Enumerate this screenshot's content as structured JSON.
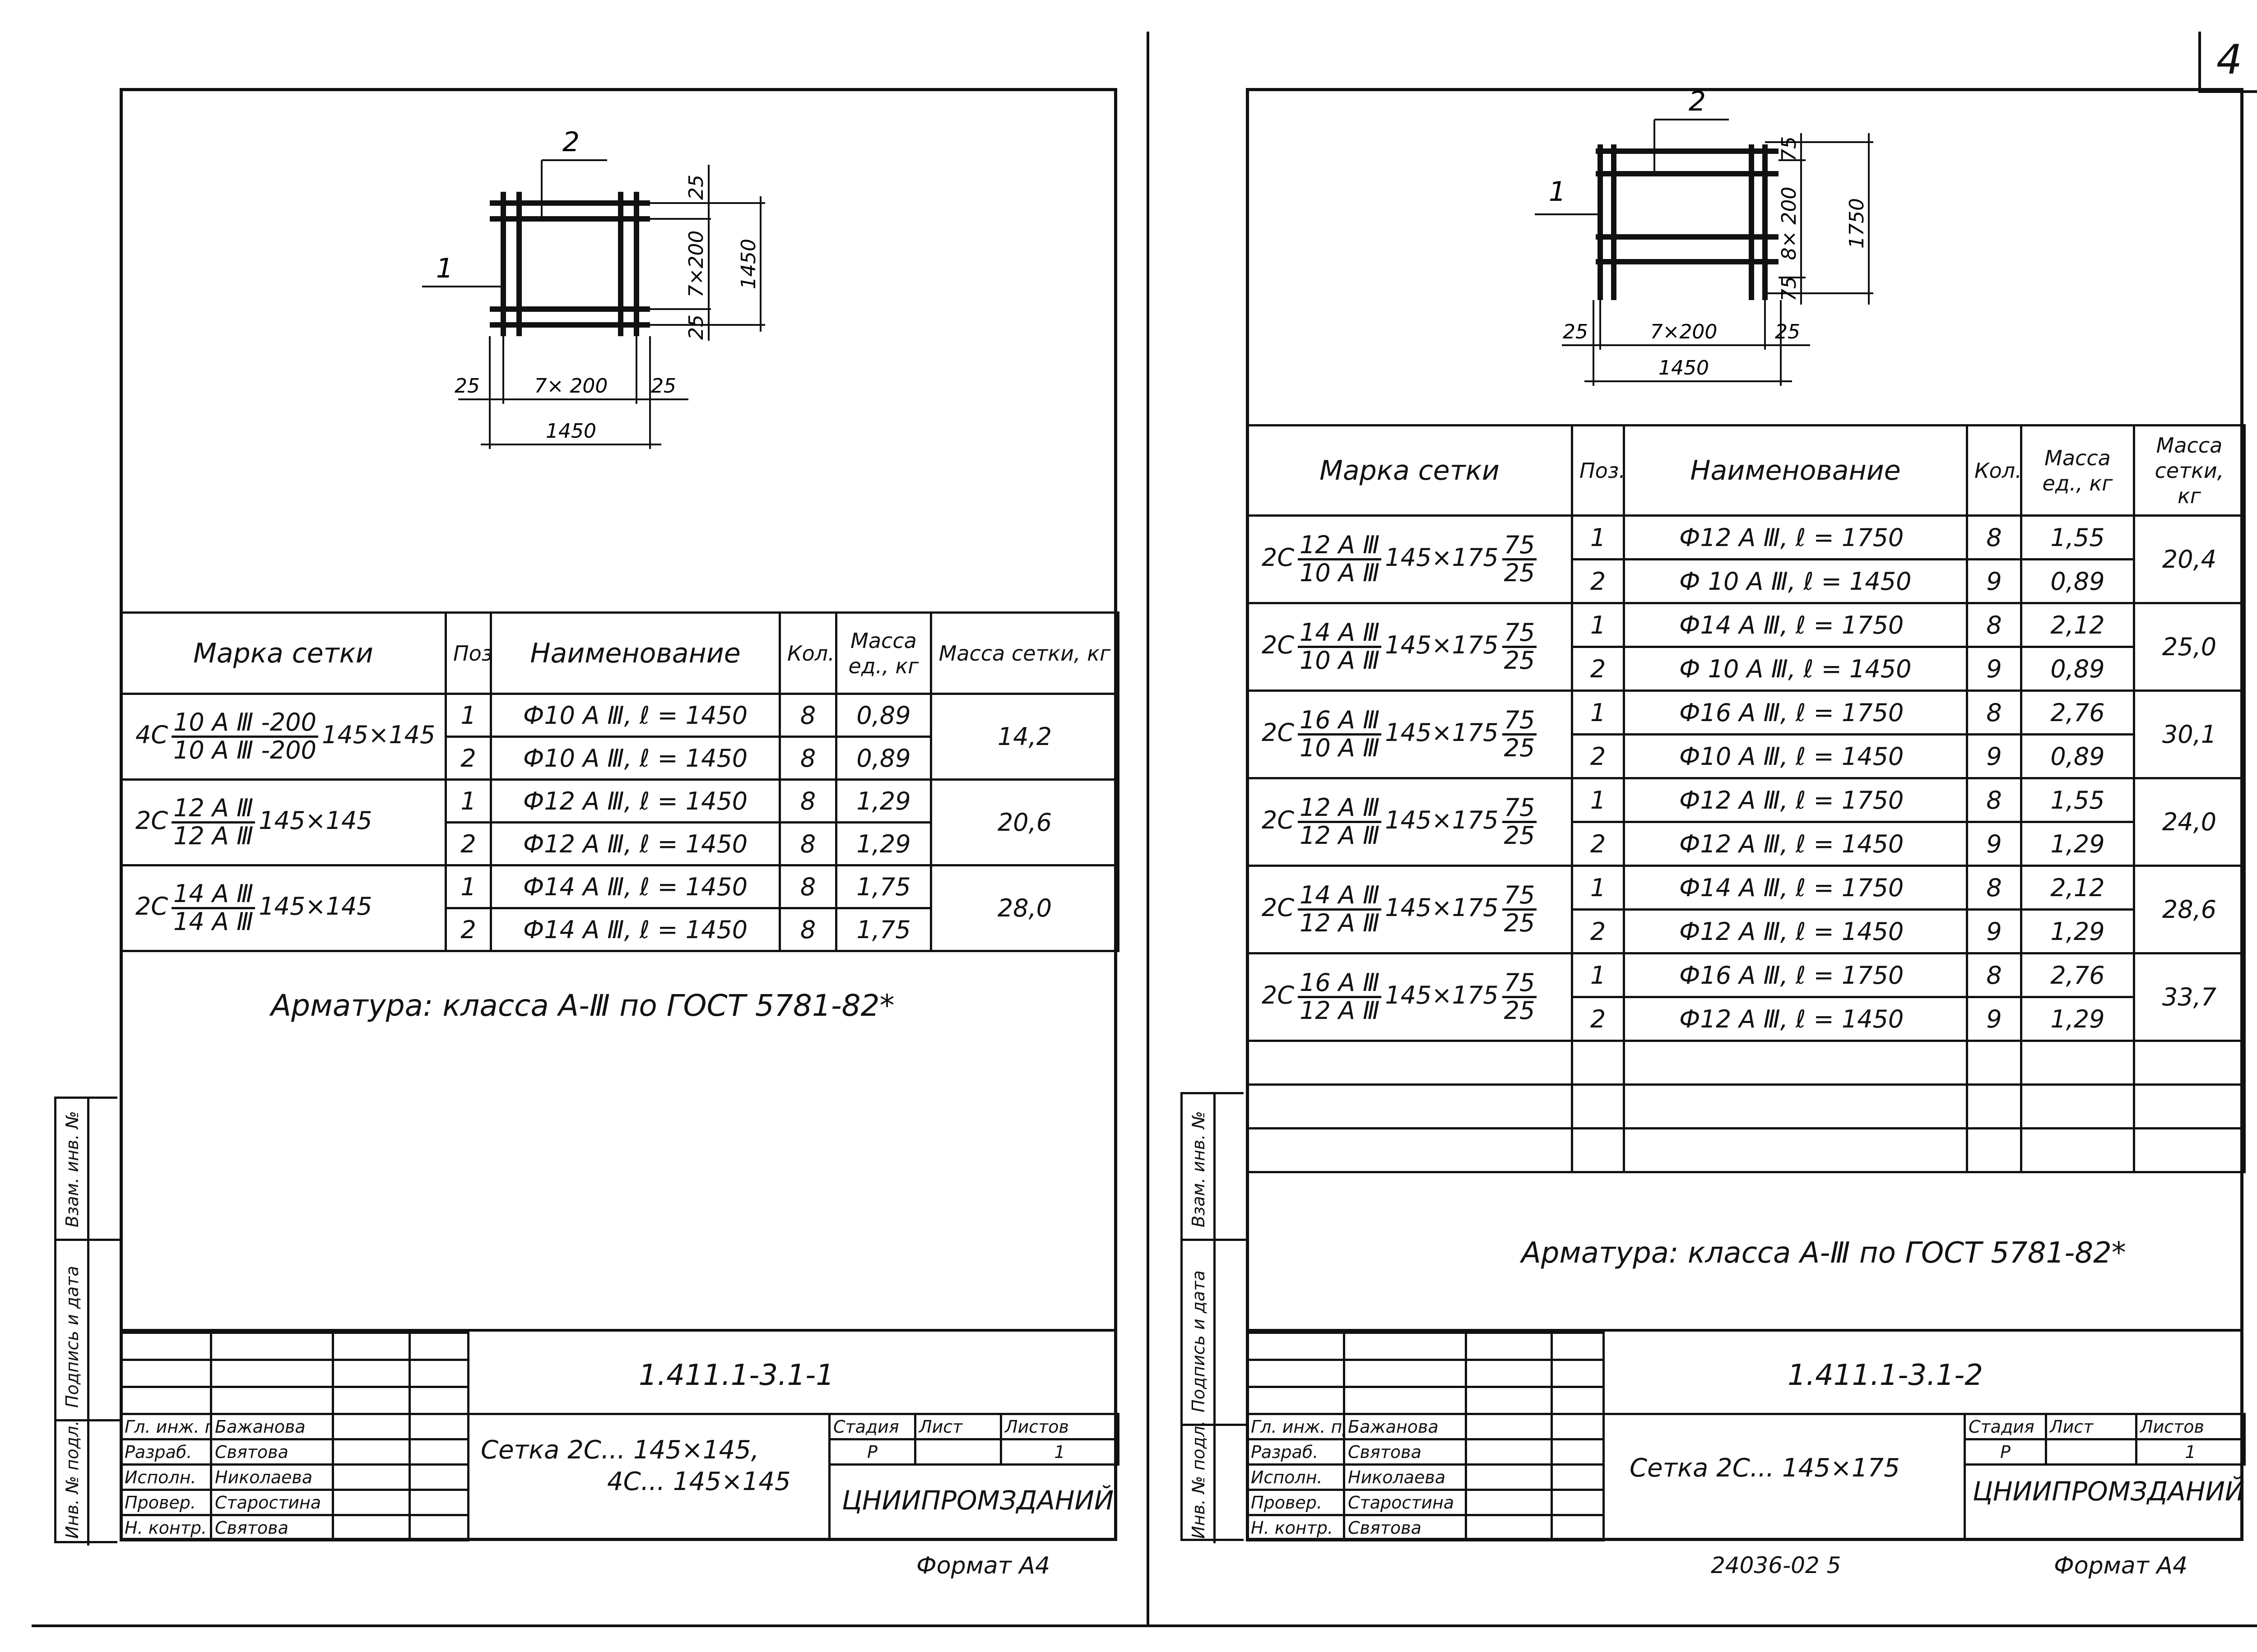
{
  "sheet_number": "4",
  "stamp_code": "24036-02 5",
  "format_label": "Формат А4",
  "left": {
    "drawing": {
      "label_1": "1",
      "label_2": "2",
      "dim_25_top": "25",
      "dim_height_spacing": "7×200",
      "dim_height": "1450",
      "dim_25_bottom": "25",
      "dim_25_left": "25",
      "dim_width_spacing": "7× 200",
      "dim_25_right": "25",
      "dim_width": "1450"
    },
    "table": {
      "headers": {
        "mark": "Марка сетки",
        "pos": "Поз.",
        "name": "Наименование",
        "qty": "Кол.",
        "mass_unit": "Масса ед., кг",
        "mass_mesh": "Масса сетки, кг"
      },
      "groups": [
        {
          "prefix": "4С",
          "num": "10 А Ⅲ -200",
          "den": "10 А Ⅲ -200",
          "suffix": "145×145",
          "mass_mesh": "14,2",
          "rows": [
            {
              "pos": "1",
              "name": "Ф10 А Ⅲ,  ℓ = 1450",
              "qty": "8",
              "mass": "0,89"
            },
            {
              "pos": "2",
              "name": "Ф10 А Ⅲ,  ℓ = 1450",
              "qty": "8",
              "mass": "0,89"
            }
          ]
        },
        {
          "prefix": "2С",
          "num": "12 А Ⅲ",
          "den": "12 А Ⅲ",
          "suffix": "145×145",
          "mass_mesh": "20,6",
          "rows": [
            {
              "pos": "1",
              "name": "Ф12 А Ⅲ,  ℓ = 1450",
              "qty": "8",
              "mass": "1,29"
            },
            {
              "pos": "2",
              "name": "Ф12 А Ⅲ,  ℓ = 1450",
              "qty": "8",
              "mass": "1,29"
            }
          ]
        },
        {
          "prefix": "2С",
          "num": "14 А Ⅲ",
          "den": "14 А Ⅲ",
          "suffix": "145×145",
          "mass_mesh": "28,0",
          "rows": [
            {
              "pos": "1",
              "name": "Ф14 А Ⅲ,  ℓ = 1450",
              "qty": "8",
              "mass": "1,75"
            },
            {
              "pos": "2",
              "name": "Ф14 А Ⅲ,  ℓ = 1450",
              "qty": "8",
              "mass": "1,75"
            }
          ]
        }
      ]
    },
    "note": "Арматура: класса А-Ⅲ по ГОСТ 5781-82*",
    "side_labels": {
      "inv": "Инв. № подл.",
      "sign": "Подпись и дата",
      "vzam": "Взам. инв. №"
    },
    "title_block": {
      "code": "1.411.1-3.1-1",
      "roles": [
        "Гл. инж. пр.",
        "Разраб.",
        "Исполн.",
        "Провер.",
        "Н. контр."
      ],
      "names": [
        "Бажанова",
        "Святова",
        "Николаева",
        "Старостина",
        "Святова"
      ],
      "title_line1": "Сетка 2С... 145×145,",
      "title_line2": "4С... 145×145",
      "stage_label": "Стадия",
      "sheet_label": "Лист",
      "sheets_label": "Листов",
      "stage": "Р",
      "sheet": "",
      "sheets": "1",
      "org": "ЦНИИПРОМЗДАНИЙ"
    }
  },
  "right": {
    "drawing": {
      "label_1": "1",
      "label_2": "2",
      "dim_75_top": "75",
      "dim_height_spacing": "8× 200",
      "dim_height": "1750",
      "dim_75_bottom": "75",
      "dim_25_left": "25",
      "dim_width_spacing": "7×200",
      "dim_25_right": "25",
      "dim_width": "1450"
    },
    "table": {
      "headers": {
        "mark": "Марка сетки",
        "pos": "Поз.",
        "name": "Наименование",
        "qty": "Кол.",
        "mass_unit": "Масса ед., кг",
        "mass_mesh": "Масса сетки, кг"
      },
      "groups": [
        {
          "prefix": "2С",
          "num": "12 А Ⅲ",
          "den": "10 А Ⅲ",
          "suffix": "145×175",
          "fn": "75",
          "fd": "25",
          "mass_mesh": "20,4",
          "rows": [
            {
              "pos": "1",
              "name": "Ф12 А Ⅲ,  ℓ = 1750",
              "qty": "8",
              "mass": "1,55"
            },
            {
              "pos": "2",
              "name": "Ф 10 А Ⅲ,  ℓ = 1450",
              "qty": "9",
              "mass": "0,89"
            }
          ]
        },
        {
          "prefix": "2С",
          "num": "14 А Ⅲ",
          "den": "10 А Ⅲ",
          "suffix": "145×175",
          "fn": "75",
          "fd": "25",
          "mass_mesh": "25,0",
          "rows": [
            {
              "pos": "1",
              "name": "Ф14 А Ⅲ,  ℓ = 1750",
              "qty": "8",
              "mass": "2,12"
            },
            {
              "pos": "2",
              "name": "Ф 10 А Ⅲ,  ℓ = 1450",
              "qty": "9",
              "mass": "0,89"
            }
          ]
        },
        {
          "prefix": "2С",
          "num": "16 А Ⅲ",
          "den": "10 А Ⅲ",
          "suffix": "145×175",
          "fn": "75",
          "fd": "25",
          "mass_mesh": "30,1",
          "rows": [
            {
              "pos": "1",
              "name": "Ф16 А Ⅲ,  ℓ = 1750",
              "qty": "8",
              "mass": "2,76"
            },
            {
              "pos": "2",
              "name": "Ф10 А Ⅲ,  ℓ = 1450",
              "qty": "9",
              "mass": "0,89"
            }
          ]
        },
        {
          "prefix": "2С",
          "num": "12 А Ⅲ",
          "den": "12 А Ⅲ",
          "suffix": "145×175",
          "fn": "75",
          "fd": "25",
          "mass_mesh": "24,0",
          "rows": [
            {
              "pos": "1",
              "name": "Ф12 А Ⅲ,  ℓ = 1750",
              "qty": "8",
              "mass": "1,55"
            },
            {
              "pos": "2",
              "name": "Ф12 А Ⅲ,  ℓ = 1450",
              "qty": "9",
              "mass": "1,29"
            }
          ]
        },
        {
          "prefix": "2С",
          "num": "14 А Ⅲ",
          "den": "12 А Ⅲ",
          "suffix": "145×175",
          "fn": "75",
          "fd": "25",
          "mass_mesh": "28,6",
          "rows": [
            {
              "pos": "1",
              "name": "Ф14 А Ⅲ,  ℓ = 1750",
              "qty": "8",
              "mass": "2,12"
            },
            {
              "pos": "2",
              "name": "Ф12 А Ⅲ,  ℓ = 1450",
              "qty": "9",
              "mass": "1,29"
            }
          ]
        },
        {
          "prefix": "2С",
          "num": "16 А Ⅲ",
          "den": "12 А Ⅲ",
          "suffix": "145×175",
          "fn": "75",
          "fd": "25",
          "mass_mesh": "33,7",
          "rows": [
            {
              "pos": "1",
              "name": "Ф16 А Ⅲ,  ℓ = 1750",
              "qty": "8",
              "mass": "2,76"
            },
            {
              "pos": "2",
              "name": "Ф12 А Ⅲ,  ℓ = 1450",
              "qty": "9",
              "mass": "1,29"
            }
          ]
        }
      ]
    },
    "note": "Арматура: класса А-Ⅲ по ГОСТ 5781-82*",
    "side_labels": {
      "inv": "Инв. № подл.",
      "sign": "Подпись и дата",
      "vzam": "Взам. инв. №"
    },
    "title_block": {
      "code": "1.411.1-3.1-2",
      "roles": [
        "Гл. инж. пр.",
        "Разраб.",
        "Исполн.",
        "Провер.",
        "Н. контр."
      ],
      "names": [
        "Бажанова",
        "Святова",
        "Николаева",
        "Старостина",
        "Святова"
      ],
      "title_line1": "Сетка 2С... 145×175",
      "stage_label": "Стадия",
      "sheet_label": "Лист",
      "sheets_label": "Листов",
      "stage": "Р",
      "sheet": "",
      "sheets": "1",
      "org": "ЦНИИПРОМЗДАНИЙ"
    }
  }
}
